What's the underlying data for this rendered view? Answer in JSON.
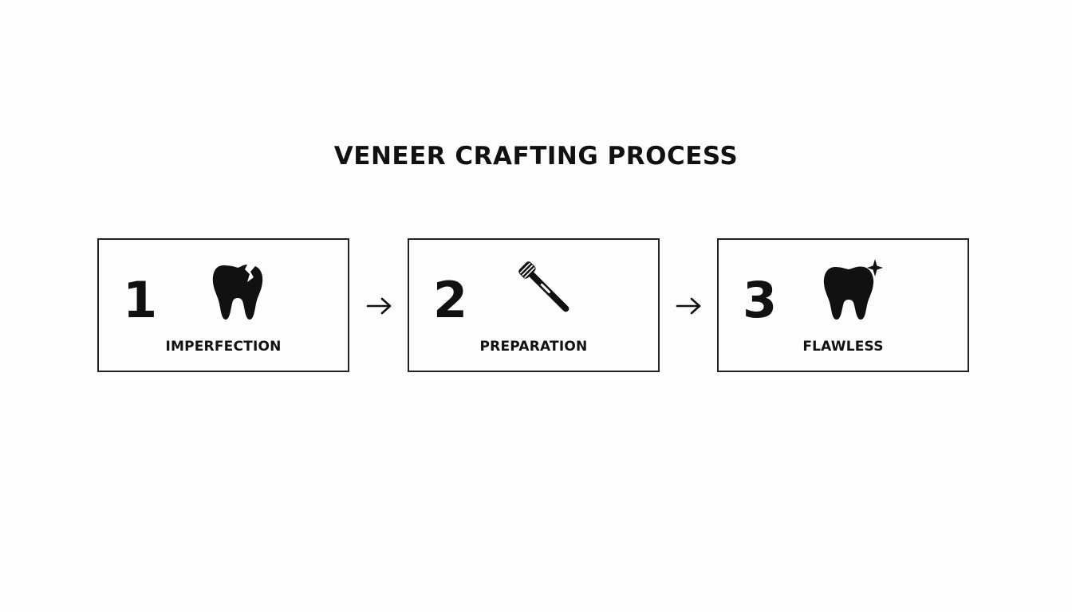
{
  "title": "VENEER CRAFTING PROCESS",
  "steps": [
    {
      "number": "1",
      "label": "IMPERFECTION",
      "icon": "chipped-tooth-icon"
    },
    {
      "number": "2",
      "label": "PREPARATION",
      "icon": "dental-tool-icon"
    },
    {
      "number": "3",
      "label": "FLAWLESS",
      "icon": "sparkling-tooth-icon"
    }
  ],
  "connector_icon": "arrow-right-icon",
  "colors": {
    "background": "#fdfdfd",
    "ink": "#111111"
  }
}
